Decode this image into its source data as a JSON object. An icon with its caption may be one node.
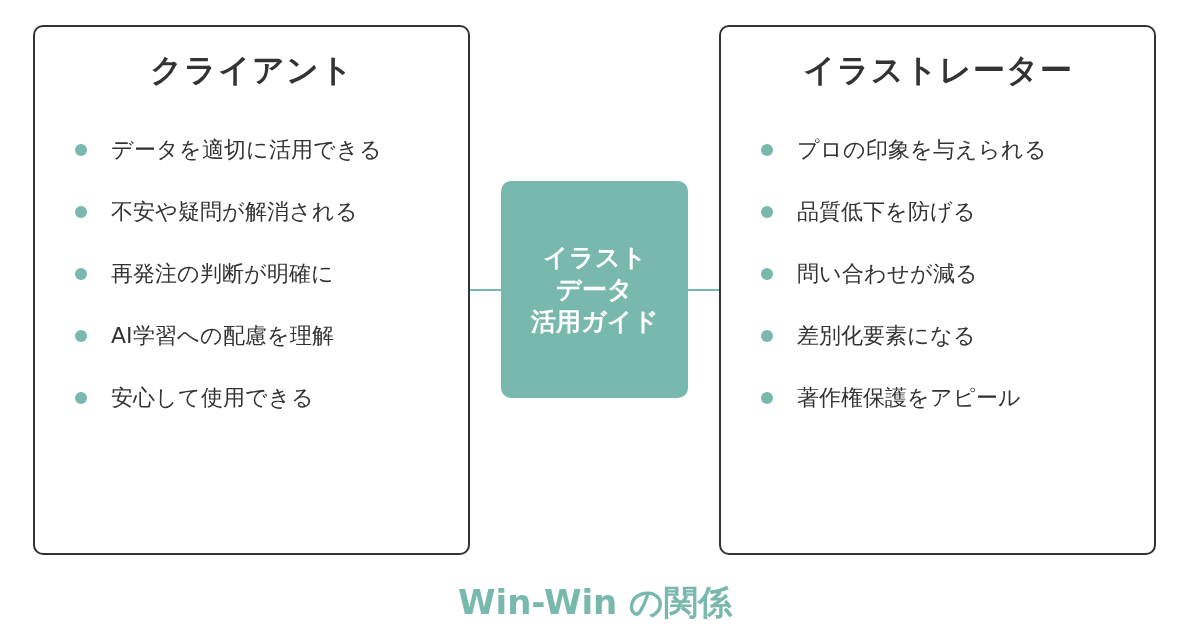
{
  "diagram": {
    "caption": "Win-Win の関係",
    "nodes": [
      {
        "text": [
          "クライアント",
          "データを適切に活用できる",
          "不安や疑問が解消される",
          "再発注の判断が明確に",
          "AI学習への配慮を理解",
          "安心して使用できる"
        ]
      },
      {
        "text": [
          "イラストデータ活用ガイド"
        ]
      },
      {
        "text": [
          "イラストレーター",
          "プロの印象を与えられる",
          "品質低下を防げる",
          "問い合わせが減る",
          "差別化要素になる",
          "著作権保護をアピール"
        ]
      }
    ],
    "edges": [
      {
        "from": 0,
        "to": 1,
        "arrow": "none"
      },
      {
        "from": 1,
        "to": 2,
        "arrow": "none"
      }
    ]
  }
}
